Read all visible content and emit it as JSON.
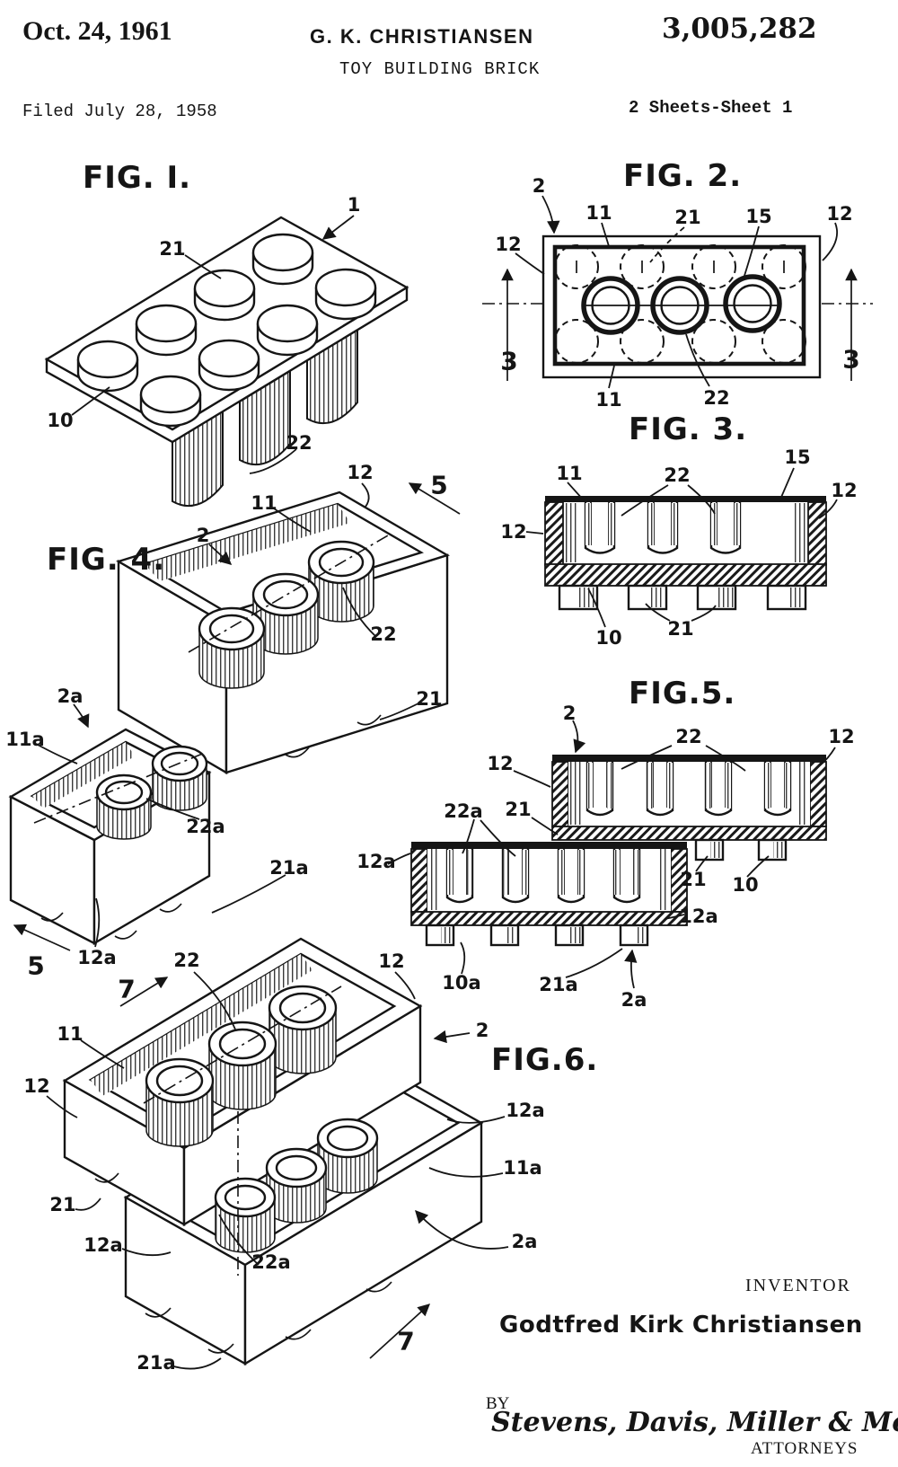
{
  "page": {
    "paper_color": "#ffffff",
    "ink_color": "#151515"
  },
  "header": {
    "date": "Oct. 24, 1961",
    "inventor_name": "G. K. CHRISTIANSEN",
    "patent_number": "3,005,282",
    "title": "TOY BUILDING BRICK",
    "filed": "Filed July 28, 1958",
    "sheet_info": "2 Sheets-Sheet 1"
  },
  "figures": {
    "fig1": {
      "title": "FIG. I.",
      "labels": [
        "1",
        "21",
        "10",
        "22"
      ]
    },
    "fig2": {
      "title": "FIG. 2.",
      "labels": [
        "2",
        "11",
        "21",
        "15",
        "12",
        "12",
        "3",
        "3",
        "11",
        "22"
      ]
    },
    "fig3": {
      "title": "FIG. 3.",
      "labels": [
        "11",
        "22",
        "15",
        "12",
        "12",
        "10",
        "21"
      ]
    },
    "fig4": {
      "title": "FIG. 4.",
      "labels": [
        "12",
        "5",
        "11",
        "2",
        "22",
        "21",
        "2a",
        "11a",
        "22a",
        "21a",
        "12a",
        "5"
      ]
    },
    "fig5": {
      "title": "FIG.5.",
      "labels": [
        "2",
        "22",
        "12",
        "12",
        "22a",
        "21",
        "12a",
        "21",
        "10",
        "12a",
        "10a",
        "21a",
        "2a"
      ]
    },
    "fig6": {
      "title": "FIG.6.",
      "labels": [
        "7",
        "22",
        "12",
        "11",
        "2",
        "12",
        "12a",
        "11a",
        "21",
        "12a",
        "22a",
        "2a",
        "7",
        "21a"
      ]
    }
  },
  "signature_block": {
    "inventor_caption": "INVENTOR",
    "inventor_name": "Godtfred Kirk Christiansen",
    "by_label": "BY",
    "attorney_signature": "Stevens, Davis, Miller & Mosher",
    "attorneys_caption": "ATTORNEYS"
  }
}
